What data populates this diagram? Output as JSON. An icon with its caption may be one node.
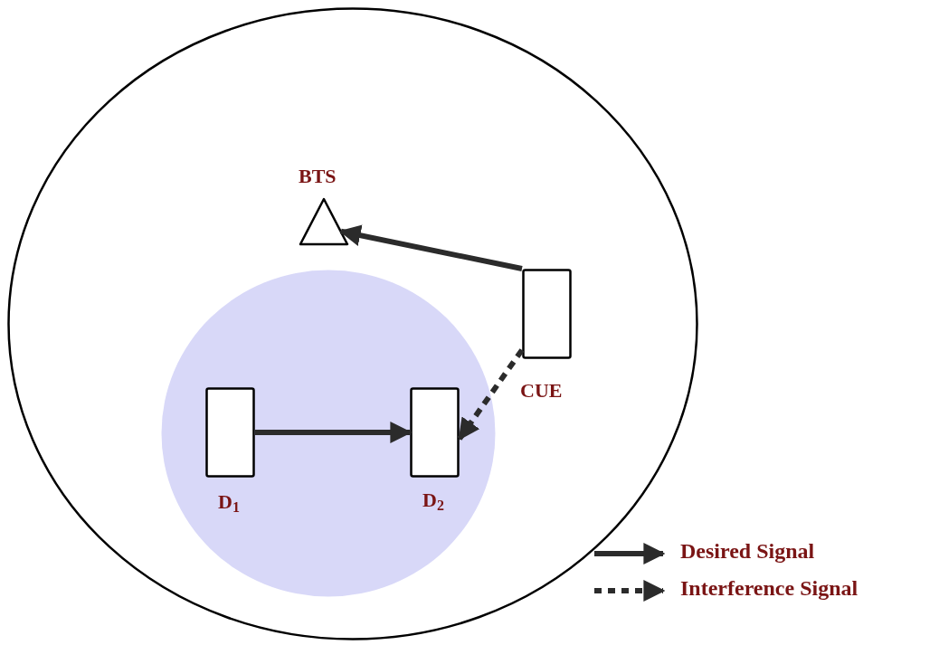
{
  "diagram": {
    "nodes": [
      {
        "text": [],
        "shape": "circle"
      },
      {
        "text": [],
        "shape": "circle",
        "in": 0
      },
      {
        "text": [
          "BTS"
        ],
        "in": 0
      },
      {
        "text": [
          "CUE"
        ],
        "in": 0
      },
      {
        "text": [
          "D$_{1}$"
        ],
        "in": 1
      },
      {
        "text": [
          "D$_{2}$"
        ],
        "in": 1
      }
    ],
    "edges": [
      {
        "from": 3,
        "to": 2,
        "arrow": "to"
      },
      {
        "from": 4,
        "to": 5,
        "arrow": "to"
      },
      {
        "from": 3,
        "to": 5,
        "arrow": "to",
        "style": "dashed"
      }
    ],
    "legend": [
      {
        "text": "Desired Signal"
      },
      {
        "text": "Interference Signal"
      }
    ]
  }
}
